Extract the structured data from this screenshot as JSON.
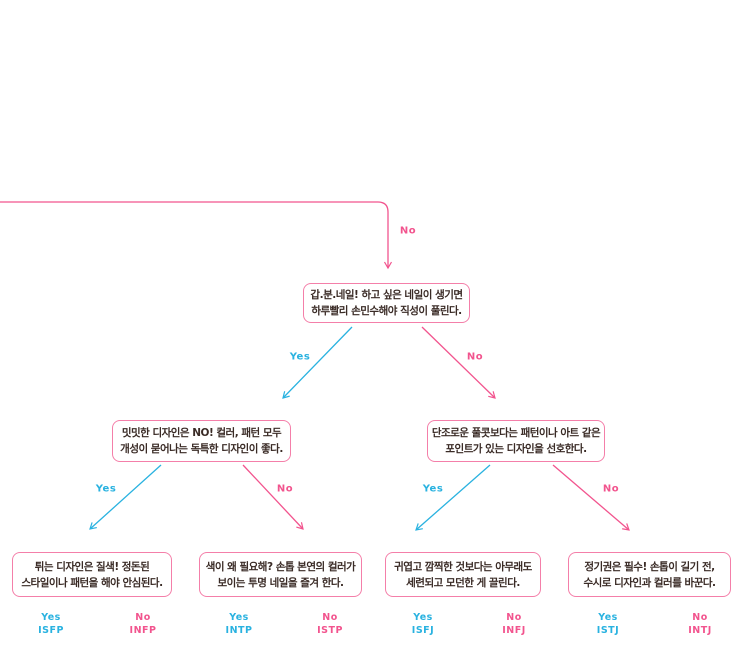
{
  "colors": {
    "yes_branch": "#29b2e0",
    "no_branch": "#f2548e",
    "box_border": "#f47fa9",
    "box_text": "#3a2b26"
  },
  "entry_branch": {
    "label": "No"
  },
  "branch_labels": {
    "yes": "Yes",
    "no": "No"
  },
  "questions": {
    "q1": {
      "line1": "갑.분.네일! 하고 싶은 네일이 생기면",
      "line2": "하루빨리 손민수해야 직성이 풀린다."
    },
    "q2_left": {
      "line1": "밋밋한 디자인은 NO! 컬러, 패턴 모두",
      "line2": "개성이 묻어나는 독특한 디자인이 좋다."
    },
    "q2_right": {
      "line1": "단조로운 풀콧보다는 패턴이나 아트 같은",
      "line2": "포인트가 있는 디자인을 선호한다."
    },
    "leaf_1": {
      "line1": "튀는 디자인은 질색! 정돈된",
      "line2": "스타일이나 패턴을 해야 안심된다."
    },
    "leaf_2": {
      "line1": "색이 왜 필요해? 손톱 본연의 컬러가",
      "line2": "보이는 투명 네일을 즐겨 한다."
    },
    "leaf_3": {
      "line1": "귀엽고 깜찍한 것보다는 아무래도",
      "line2": "세련되고 모던한 게 끌린다."
    },
    "leaf_4": {
      "line1": "정기권은 필수! 손톱이 길기 전,",
      "line2": "수시로 디자인과 컬러를 바꾼다."
    }
  },
  "results": [
    {
      "answer": "Yes",
      "type": "ISFP"
    },
    {
      "answer": "No",
      "type": "INFP"
    },
    {
      "answer": "Yes",
      "type": "INTP"
    },
    {
      "answer": "No",
      "type": "ISTP"
    },
    {
      "answer": "Yes",
      "type": "ISFJ"
    },
    {
      "answer": "No",
      "type": "INFJ"
    },
    {
      "answer": "Yes",
      "type": "ISTJ"
    },
    {
      "answer": "No",
      "type": "INTJ"
    }
  ]
}
